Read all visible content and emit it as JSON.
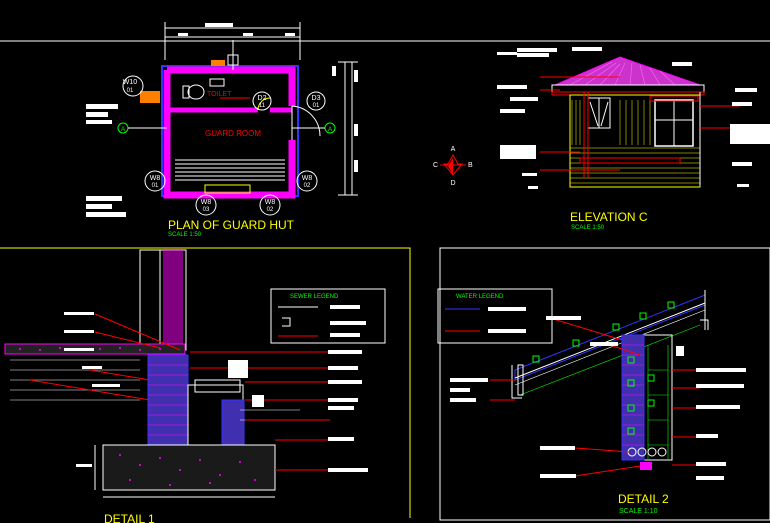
{
  "plan": {
    "title": "PLAN OF GUARD HUT",
    "scale": "SCALE 1:50",
    "toilet_label": "TOILET",
    "guard_room_label": "GUARD ROOM",
    "tags": {
      "w10": [
        "W10",
        "01"
      ],
      "d2": [
        "D2",
        "11"
      ],
      "d3": [
        "D3",
        "01"
      ],
      "w8a": [
        "W8",
        "01"
      ],
      "w8b": [
        "W8",
        "02"
      ],
      "w8c": [
        "W8",
        "03"
      ]
    },
    "section_marker": "A"
  },
  "elevation": {
    "title": "ELEVATION C",
    "scale": "SCALE 1:50"
  },
  "compass": {
    "n": "A",
    "s": "D",
    "w": "C",
    "e": "B"
  },
  "detail1": {
    "title": "DETAIL 1",
    "legend_title": "SEWER LEGEND"
  },
  "detail2": {
    "title": "DETAIL 2",
    "scale": "SCALE 1:10",
    "legend_title": "WATER LEGEND"
  },
  "colors": {
    "bg": "#000000",
    "label": "#ffff00",
    "green": "#00ff00",
    "red": "#ff0000",
    "magenta": "#ff00ff",
    "blue": "#3333ff",
    "white": "#ffffff",
    "orange": "#ff8000"
  }
}
